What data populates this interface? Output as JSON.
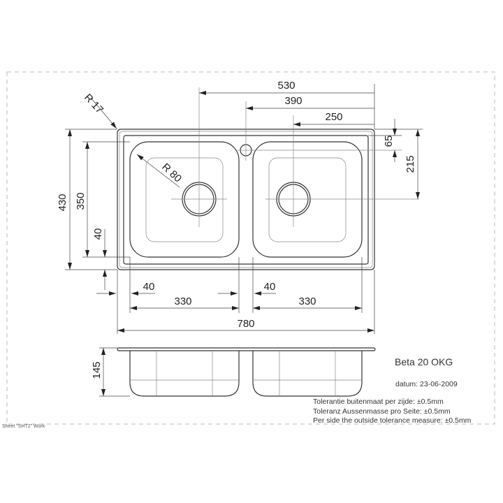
{
  "title": "Beta 20 OKG",
  "date": "datum: 23-06-2009",
  "tolerances": [
    "Tolerantie buitenmaat per zijde: ±0.5mm",
    "Toleranz Aussenmasse pro Seite: ±0.5mm",
    "Per side the outside tolerance measure: ±0.5mm"
  ],
  "sheet_label": "Sheet \"SHT2\" Work",
  "dimensions": {
    "top_530": "530",
    "top_390": "390",
    "top_250": "250",
    "right_65": "65",
    "right_215": "215",
    "left_430": "430",
    "left_350": "350",
    "left_40": "40",
    "radius_17": "R 17",
    "radius_80": "R 80",
    "bottom_40_left": "40",
    "bottom_330_left": "330",
    "bottom_40_right": "40",
    "bottom_330_right": "330",
    "overall_780": "780",
    "depth_145": "145"
  }
}
